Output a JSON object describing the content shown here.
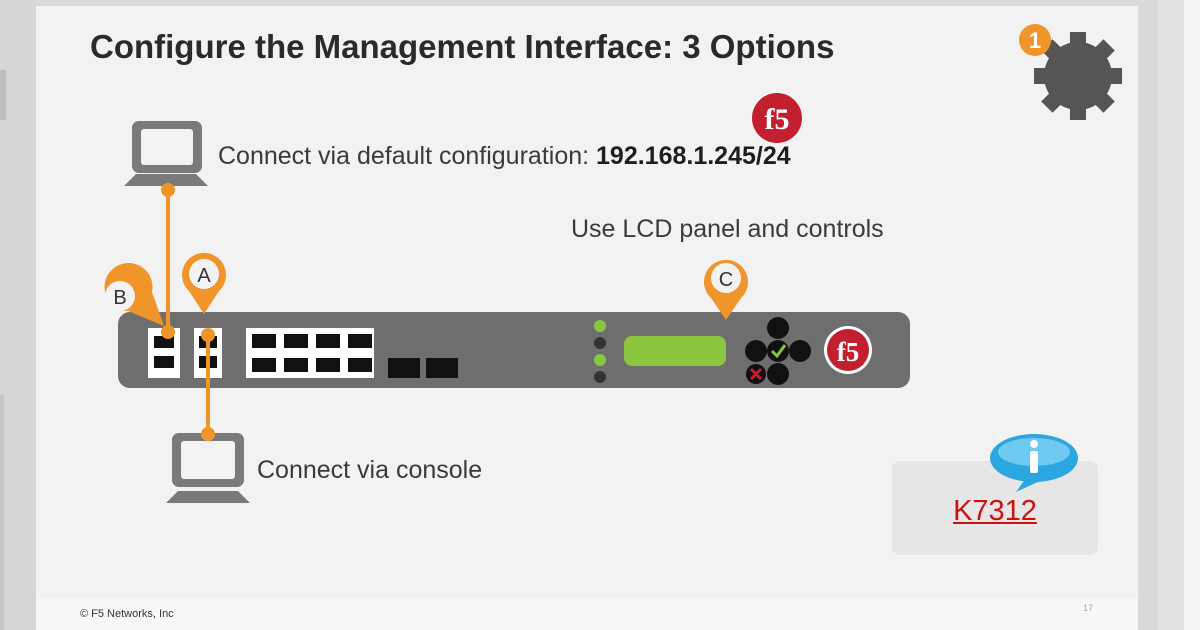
{
  "slide": {
    "title": "Configure the Management Interface: 3 Options",
    "step_badge": "1",
    "options": {
      "default_config_prefix": "Connect via default configuration: ",
      "default_config_address": "192.168.1.245/24",
      "lcd_panel": "Use LCD panel and controls",
      "console": "Connect via console"
    },
    "markers": [
      "A",
      "B",
      "C"
    ],
    "brand_logo": "f5",
    "kb_article": "K7312",
    "copyright": "© F5 Networks, Inc",
    "page_number": "17"
  },
  "colors": {
    "orange": "#f0952a",
    "device_gray": "#6e6e6e",
    "lcd_green": "#8cc63f",
    "f5_red": "#c2202f",
    "info_blue": "#2aa7e0"
  },
  "icons": [
    "gear-icon",
    "laptop-icon",
    "info-bubble-icon",
    "map-pin-icon",
    "f5-logo"
  ]
}
